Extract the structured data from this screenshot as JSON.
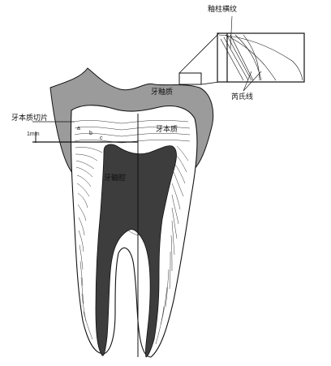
{
  "labels": {
    "enamel_rod_striations": "釉柱横纹",
    "enamel": "牙釉质",
    "hunter_schreger_bands": "芮氏线",
    "dentin_slice": "牙本质切片",
    "scale": "1mm",
    "point_a": "a",
    "point_b": "b",
    "point_c": "c",
    "dentin": "牙本质",
    "pulp_cavity": "牙髓腔"
  },
  "colors": {
    "enamel_fill": "#9b9b9b",
    "pulp_fill": "#3d3d3d",
    "line": "#111111",
    "dentin_fill": "#ffffff"
  }
}
